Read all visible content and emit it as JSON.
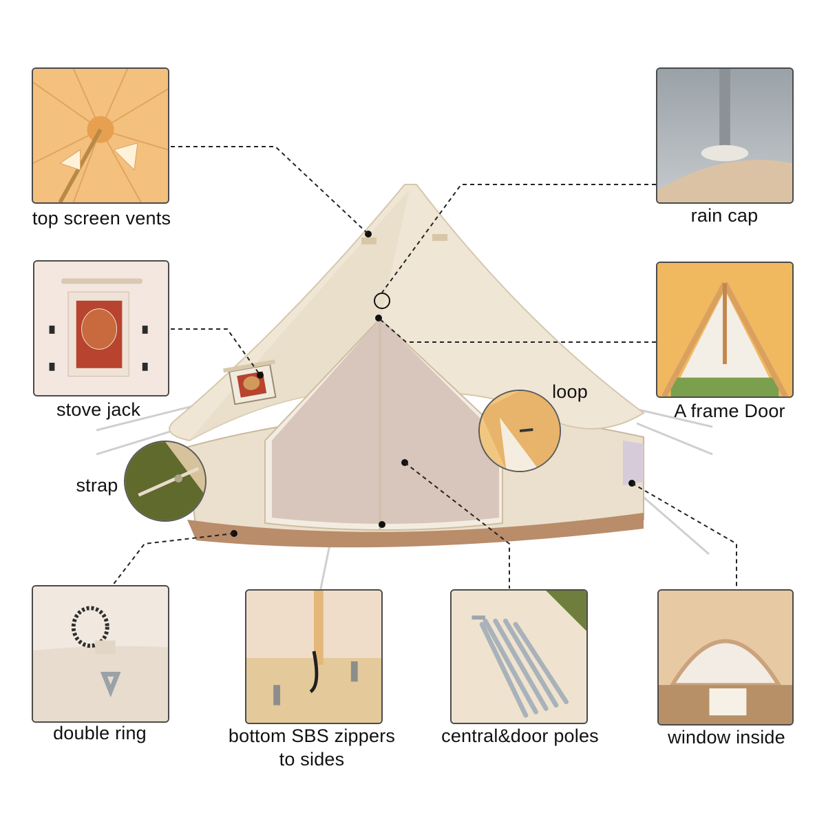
{
  "features": {
    "top_screen_vents": "top screen vents",
    "stove_jack": "stove jack",
    "strap": "strap",
    "double_ring": "double ring",
    "bottom_zippers_line1": "bottom SBS zippers",
    "bottom_zippers_line2": "to sides",
    "poles": "central&door poles",
    "window_inside": "window inside",
    "rain_cap": "rain cap",
    "a_frame_door": "A frame Door",
    "loop": "loop"
  },
  "colors": {
    "canvas": "#efe6d6",
    "canvas_shadow": "#d9ccb4",
    "base_tan": "#b98c6a",
    "stove_red": "#b8432e",
    "leader_line": "#222222",
    "thumb_border": "#4a4a4a"
  }
}
